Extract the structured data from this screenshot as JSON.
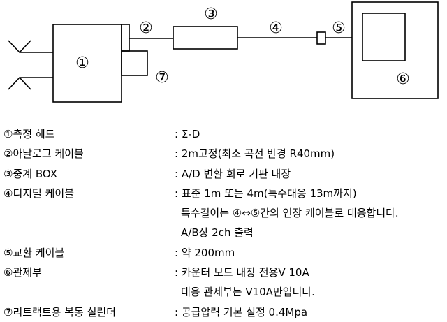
{
  "diagram": {
    "callouts": [
      "①",
      "②",
      "③",
      "④",
      "⑤",
      "⑥",
      "⑦"
    ],
    "stroke_color": "#000000"
  },
  "legend": [
    {
      "name": "①측정 헤드",
      "desc": ": Σ-D"
    },
    {
      "name": "②아날로그 케이블",
      "desc": ": 2m고정(최소 곡선 반경 R40mm)"
    },
    {
      "name": "③중계 BOX",
      "desc": ": A/D 변환 회로 기판 내장"
    },
    {
      "name": "④디지털 케이블",
      "desc": ": 표준 1m 또는 4m(특수대응 13m까지)"
    },
    {
      "name": "",
      "desc": "특수길이는 ④⇔⑤간의 연장 케이블로 대응합니다.",
      "cont": true
    },
    {
      "name": "",
      "desc": "A/B상 2ch 출력",
      "cont": true
    },
    {
      "name": "⑤교환 케이블",
      "desc": ": 약 200mm"
    },
    {
      "name": "⑥관제부",
      "desc": ": 카운터 보드 내장 전용V 10A"
    },
    {
      "name": "",
      "desc": "대응 관제부는 V10A만입니다.",
      "cont": true
    },
    {
      "name": "⑦리트랙트용 복동 실린더",
      "desc": ": 공급압력 기본 설정 0.4Mpa"
    }
  ]
}
